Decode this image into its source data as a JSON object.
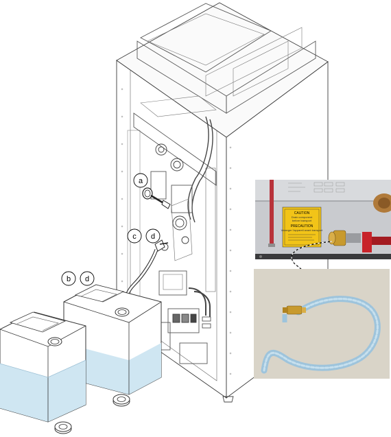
{
  "callouts": {
    "a": "a",
    "b": "b",
    "c": "c",
    "d1": "d",
    "d2": "d"
  },
  "caution_label": {
    "title": "CAUTION",
    "line1": "Drain component",
    "line2": "before transport",
    "title2": "PRECAUTION",
    "line3": "Vidanger l'appareil avant transport"
  },
  "colors": {
    "water": "#cfe6f2",
    "photo_bg_top": "#c9cbcf",
    "caution_yellow": "#f2c418",
    "valve_brass": "#c89a2e",
    "valve_red": "#c8232a",
    "hose_blue": "#9ec4dc",
    "floor_bg": "#d9d4c8"
  }
}
